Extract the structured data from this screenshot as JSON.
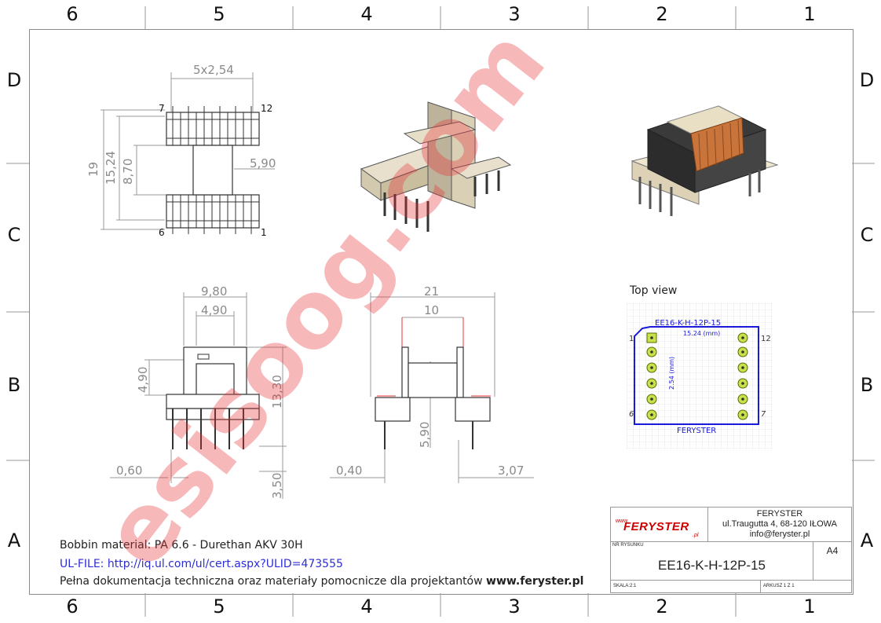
{
  "frame": {
    "columns": [
      "6",
      "5",
      "4",
      "3",
      "2",
      "1"
    ],
    "rows": [
      "D",
      "C",
      "B",
      "A"
    ]
  },
  "views": {
    "front": {
      "pitch": "5x2,54",
      "height_total": "19",
      "height_pins": "15,24",
      "height_inner": "8,70",
      "width_center": "5,90",
      "pin_top_left": "7",
      "pin_top_right": "12",
      "pin_bottom_left": "6",
      "pin_bottom_right": "1"
    },
    "side_left": {
      "width_outer": "9,80",
      "width_inner": "4,90",
      "window_height": "4,90",
      "height_total": "13,30",
      "pin_width": "0,60",
      "pin_length": "3,50"
    },
    "side_right": {
      "width_total": "21",
      "width_core": "10",
      "height": "5,90",
      "gap": "0,40",
      "foot": "3,07"
    },
    "top_view": {
      "title": "Top view",
      "part_label": "EE16-K-H-12P-15",
      "dim_width": "15.24 (mm)",
      "dim_pitch": "2.54 (mm)",
      "pin_1": "1",
      "pin_12": "12",
      "pin_6": "6",
      "pin_7": "7",
      "brand": "FERYSTER"
    }
  },
  "notes": {
    "material": "Bobbin material: PA 6.6 - Durethan AKV 30H",
    "ul_file": "UL-FILE: http://iq.ul.com/ul/cert.aspx?ULID=473555",
    "docs_text": "Pełna dokumentacja techniczna oraz materiały pomocnicze dla projektantów ",
    "docs_link": "www.feryster.pl"
  },
  "title_block": {
    "logo_text": "FERYSTER",
    "logo_top": "www.",
    "logo_suffix": ".pl",
    "company": "FERYSTER",
    "address": "ul.Traugutta 4, 68-120 IŁOWA",
    "email": "info@feryster.pl",
    "drawing_no_label": "NR RYSUNKU",
    "drawing_no": "EE16-K-H-12P-15",
    "sheet_size": "A4",
    "scale": "SKALA:2:1",
    "sheet": "ARKUSZ 1 Z 1"
  },
  "watermark": {
    "text": "esisoog.com",
    "color": "#e8333a"
  }
}
